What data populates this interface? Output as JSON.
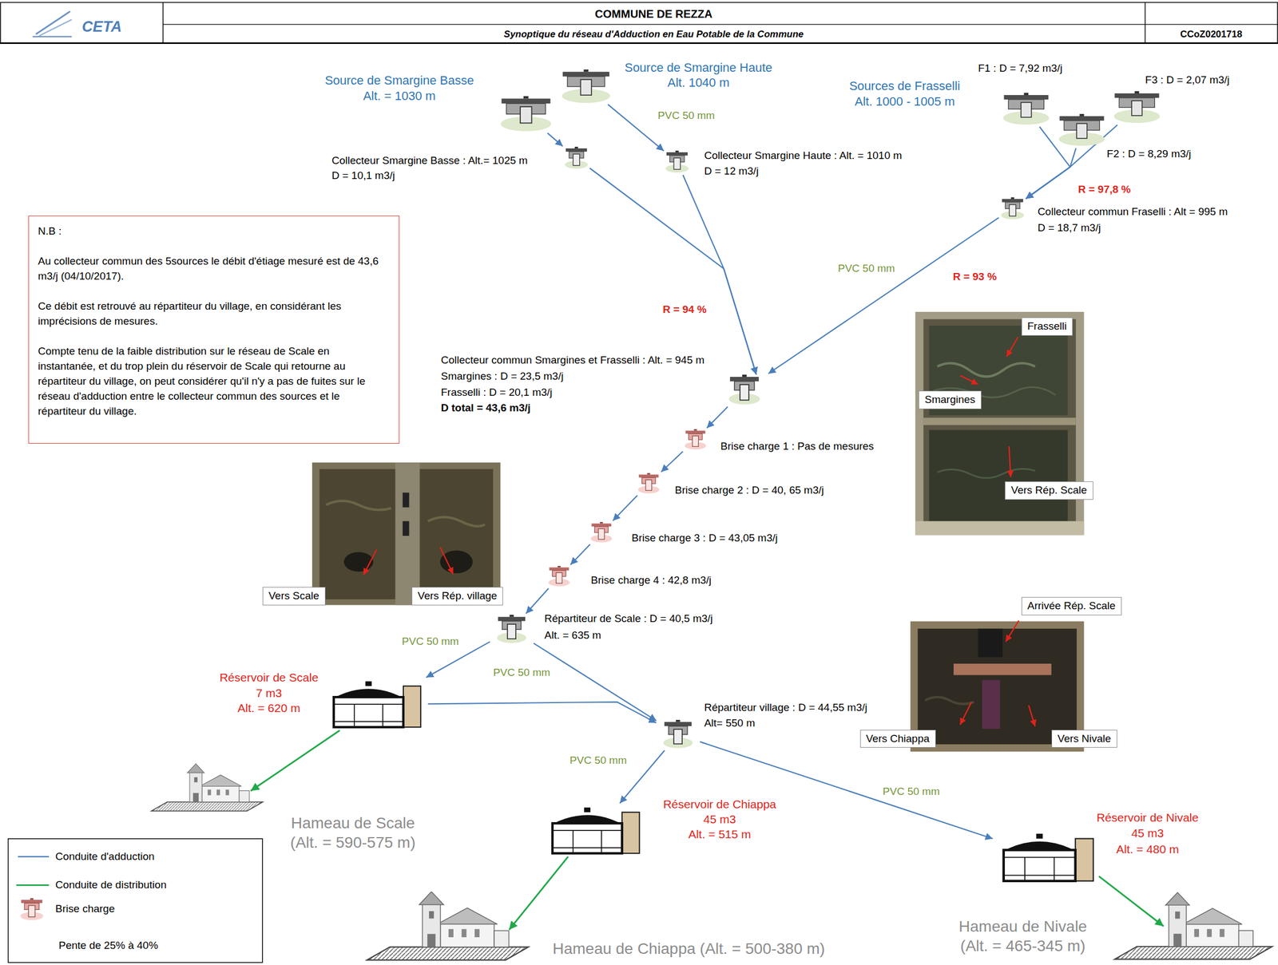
{
  "diagram": {
    "title": "COMMUNE DE REZZA",
    "nodes": [
      {
        "text": [
          "Source de Smargine Basse",
          "Alt. = 1030 m"
        ]
      },
      {
        "text": [
          "Source de Smargine Haute",
          "Alt. 1040 m"
        ]
      },
      {
        "text": [
          "F1 : D = 7,92 m3/j"
        ]
      },
      {
        "text": [
          "F3 : D = 2,07 m3/j"
        ]
      },
      {
        "text": [
          "F2 : D = 8,29 m3/j"
        ]
      },
      {
        "text": [
          "Collecteur Smargine Basse : Alt.= 1025 m",
          "D = 10,1 m3/j"
        ]
      },
      {
        "text": [
          "Collecteur Smargine Haute : Alt. = 1010 m",
          "D = 12 m3/j"
        ]
      },
      {
        "text": [
          "Collecteur commun Fraselli : Alt = 995 m",
          "D = 18,7 m3/j"
        ]
      },
      {
        "text": [
          "Collecteur commun Smargines et Frasselli : Alt. = 945 m",
          "Smargines : D = 23,5 m3/j",
          "Frasselli : D = 20,1 m3/j",
          "D total = 43,6 m3/j"
        ]
      },
      {
        "text": [
          "Brise charge 1 : Pas de mesures"
        ]
      },
      {
        "text": [
          "Brise charge 2 : D = 40, 65 m3/j"
        ]
      },
      {
        "text": [
          "Brise charge 3 : D = 43,05 m3/j"
        ]
      },
      {
        "text": [
          "Brise charge 4 : 42,8 m3/j"
        ]
      },
      {
        "text": [
          "Répartiteur de Scale : D = 40,5 m3/j",
          "Alt. = 635 m"
        ]
      },
      {
        "text": [
          "Réservoir de Scale",
          "7 m3",
          "Alt. = 620 m"
        ]
      },
      {
        "text": [
          "Répartiteur village : D = 44,55 m3/j",
          "Alt= 550 m"
        ]
      },
      {
        "text": [
          "Hameau de Scale",
          "(Alt. = 590-575 m)"
        ]
      },
      {
        "text": [
          "Réservoir de Chiappa",
          "45 m3",
          "Alt. = 515 m"
        ]
      },
      {
        "text": [
          "Réservoir de Nivale",
          "45 m3",
          "Alt. = 480 m"
        ]
      },
      {
        "text": [
          "Hameau de Chiappa (Alt. = 500-380 m)"
        ]
      },
      {
        "text": [
          "Hameau de Nivale",
          "(Alt. = 465-345 m)"
        ]
      },
      {
        "text": [
          "N.B :",
          "Au collecteur commun des 5sources le débit d'étiage mesuré est de 43,6 m3/j (04/10/2017).",
          "Ce débit est retrouvé au répartiteur du village, en considérant les imprécisions de mesures.",
          "Compte tenu de la faible distribution sur le réseau de Scale en instantanée, et du trop plein du réservoir de Scale qui retourne au répartiteur du village, on peut considérer qu'il n'y a pas de fuites sur le réseau d'adduction entre le collecteur commun des sources et le répartiteur du village."
        ]
      },
      {
        "text": [
          "Frasselli"
        ]
      },
      {
        "text": [
          "Smargines"
        ]
      },
      {
        "text": [
          "Vers Rép. Scale"
        ]
      },
      {
        "text": [
          "Vers Scale"
        ]
      },
      {
        "text": [
          "Vers Rép. village"
        ]
      },
      {
        "text": [
          "Arrivée Rép. Scale"
        ]
      },
      {
        "text": [
          "Vers Chiappa"
        ]
      },
      {
        "text": [
          "Vers Nivale"
        ]
      }
    ],
    "edges": [
      {
        "from": 0,
        "to": 5,
        "arrow": "to"
      },
      {
        "from": 1,
        "to": 6,
        "arrow": "to",
        "label": "PVC 50 mm"
      },
      {
        "from": 2,
        "to": 7,
        "arrow": "to"
      },
      {
        "from": 3,
        "to": 7,
        "arrow": "to"
      },
      {
        "from": 4,
        "to": 7,
        "arrow": "to"
      },
      {
        "from": 5,
        "to": 8,
        "arrow": "to"
      },
      {
        "from": 6,
        "to": 8,
        "arrow": "to"
      },
      {
        "from": 7,
        "to": 8,
        "arrow": "to",
        "label": "PVC 50 mm"
      },
      {
        "from": 8,
        "to": 9,
        "arrow": "to"
      },
      {
        "from": 9,
        "to": 10,
        "arrow": "to"
      },
      {
        "from": 10,
        "to": 11,
        "arrow": "to"
      },
      {
        "from": 11,
        "to": 12,
        "arrow": "to"
      },
      {
        "from": 12,
        "to": 13,
        "arrow": "to"
      },
      {
        "from": 13,
        "to": 14,
        "arrow": "to",
        "label": "PVC 50 mm"
      },
      {
        "from": 13,
        "to": 15,
        "arrow": "to",
        "label": "PVC 50 mm"
      },
      {
        "from": 14,
        "to": 15,
        "arrow": "to"
      },
      {
        "from": 15,
        "to": 17,
        "arrow": "to",
        "label": "PVC 50 mm"
      },
      {
        "from": 15,
        "to": 18,
        "arrow": "to",
        "label": "PVC 50 mm"
      },
      {
        "from": 14,
        "to": 16,
        "arrow": "to"
      },
      {
        "from": 17,
        "to": 19,
        "arrow": "to"
      },
      {
        "from": 18,
        "to": 20,
        "arrow": "to"
      }
    ],
    "labels": [
      "CETA",
      "Synoptique du réseau d'Adduction en Eau Potable de la Commune",
      "CCoZ0201718",
      "Sources de Frasselli",
      "Alt. 1000 - 1005 m",
      "R = 97,8 %",
      "R = 94 %",
      "R = 93 %"
    ],
    "legend": [
      {
        "text": "Conduite d'adduction"
      },
      {
        "text": "Conduite de distribution"
      },
      {
        "text": "Brise charge"
      },
      {
        "text": "Pente de 25% à 40%"
      }
    ]
  }
}
